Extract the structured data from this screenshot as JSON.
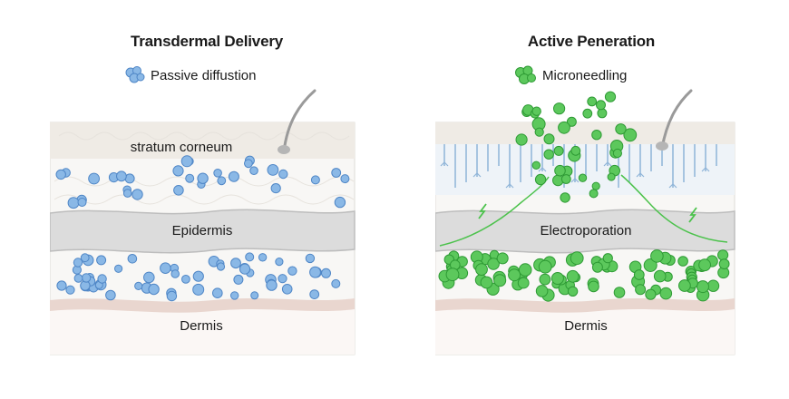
{
  "left_panel": {
    "title": "Transdermal Delivery",
    "legend_label": "Passive diffustion",
    "layer_labels": {
      "stratum_corneum": "stratum corneum",
      "epidermis": "Epidermis",
      "dermis": "Dermis"
    }
  },
  "right_panel": {
    "title": "Active Peneration",
    "legend_label": "Microneedling",
    "layer_labels": {
      "epidermis": "Electroporation",
      "dermis": "Dermis"
    }
  },
  "colors": {
    "blue_particle": "#8ab8e6",
    "blue_particle_stroke": "#4f86c6",
    "green_particle": "#5cc85c",
    "green_particle_stroke": "#2e9a34",
    "epidermis_band": "#dcdcdc",
    "dermis_band": "#e9d6cf",
    "needle": "#8fb4d8"
  },
  "icons": {
    "left_legend": "blue-particle-cluster-icon",
    "right_legend": "green-particle-cluster-icon",
    "hair": "hair-strand-icon"
  }
}
